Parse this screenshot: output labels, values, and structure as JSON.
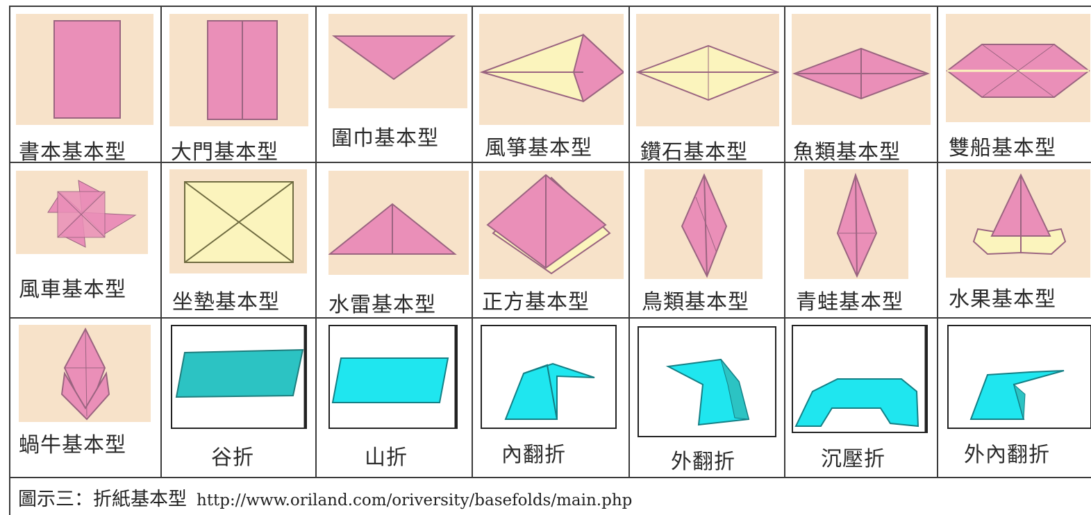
{
  "colors": {
    "peach": "#f7e2c9",
    "pink": "#ea8fb8",
    "cream": "#fbf4bd",
    "teal": "#2cc3c3",
    "cyan": "#1fe6ef"
  },
  "cells": [
    {
      "label": "書本基本型",
      "icon": "book-base-fold"
    },
    {
      "label": "大門基本型",
      "icon": "cupboard-base-fold"
    },
    {
      "label": "圍巾基本型",
      "icon": "scarf-base-fold"
    },
    {
      "label": "風箏基本型",
      "icon": "kite-base-fold"
    },
    {
      "label": "鑽石基本型",
      "icon": "diamond-base-fold"
    },
    {
      "label": "魚類基本型",
      "icon": "fish-base-fold"
    },
    {
      "label": "雙船基本型",
      "icon": "double-boat-base-fold"
    },
    {
      "label": "風車基本型",
      "icon": "windmill-base-fold"
    },
    {
      "label": "坐墊基本型",
      "icon": "cushion-base-fold"
    },
    {
      "label": "水雷基本型",
      "icon": "waterbomb-base-fold"
    },
    {
      "label": "正方基本型",
      "icon": "square-base-fold"
    },
    {
      "label": "鳥類基本型",
      "icon": "bird-base-fold"
    },
    {
      "label": "青蛙基本型",
      "icon": "frog-base-fold"
    },
    {
      "label": "水果基本型",
      "icon": "fruit-base-fold"
    },
    {
      "label": "蝸牛基本型",
      "icon": "snail-base-fold"
    },
    {
      "label": "谷折",
      "icon": "valley-fold"
    },
    {
      "label": "山折",
      "icon": "mountain-fold"
    },
    {
      "label": "內翻折",
      "icon": "inside-reverse-fold"
    },
    {
      "label": "外翻折",
      "icon": "outside-reverse-fold"
    },
    {
      "label": "沉壓折",
      "icon": "sink-fold"
    },
    {
      "label": "外內翻折",
      "icon": "outside-inside-reverse-fold"
    }
  ],
  "caption": {
    "text": "圖示三：折紙基本型",
    "url": "http://www.oriland.com/oriversity/basefolds/main.php"
  }
}
